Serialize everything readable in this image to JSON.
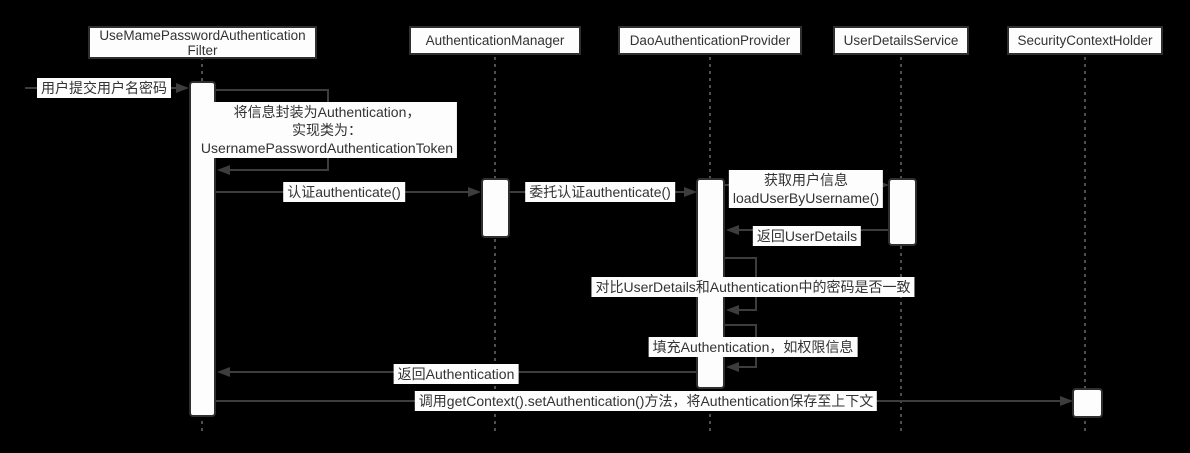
{
  "diagram_type": "uml-sequence-diagram",
  "colors": {
    "background": "#000000",
    "line": "#3d3d3d",
    "box_fill": "#fdfdfd",
    "box_border": "#2f2f2f",
    "text": "#333333",
    "lifeline_dots": "#4f4f4f"
  },
  "lifelines": [
    {
      "name": "UseMamePasswordAuthenticationFilter",
      "label_line1": "UseMamePasswordAuthentication",
      "label_line2": "Filter"
    },
    {
      "name": "AuthenticationManager",
      "label": "AuthenticationManager"
    },
    {
      "name": "DaoAuthenticationProvider",
      "label": "DaoAuthenticationProvider"
    },
    {
      "name": "UserDetailsService",
      "label": "UserDetailsService"
    },
    {
      "name": "SecurityContextHolder",
      "label": "SecurityContextHolder"
    }
  ],
  "messages": {
    "submit_credentials": {
      "label": "用户提交用户名密码",
      "from": "external",
      "to": "UseMamePasswordAuthenticationFilter"
    },
    "wrap_authentication": {
      "line1": "将信息封装为Authentication，",
      "line2": "实现类为：",
      "line3": "UsernamePasswordAuthenticationToken",
      "from": "UseMamePasswordAuthenticationFilter",
      "to": "UseMamePasswordAuthenticationFilter"
    },
    "authenticate": {
      "label": "认证authenticate()",
      "from": "UseMamePasswordAuthenticationFilter",
      "to": "AuthenticationManager"
    },
    "delegate_authenticate": {
      "label": "委托认证authenticate()",
      "from": "AuthenticationManager",
      "to": "DaoAuthenticationProvider"
    },
    "load_user": {
      "line1": "获取用户信息",
      "line2": "loadUserByUsername()",
      "from": "DaoAuthenticationProvider",
      "to": "UserDetailsService"
    },
    "return_userdetails": {
      "label": "返回UserDetails",
      "from": "UserDetailsService",
      "to": "DaoAuthenticationProvider"
    },
    "compare_password": {
      "label": "对比UserDetails和Authentication中的密码是否一致",
      "from": "DaoAuthenticationProvider",
      "to": "DaoAuthenticationProvider"
    },
    "fill_authentication": {
      "label": "填充Authentication，如权限信息",
      "from": "DaoAuthenticationProvider",
      "to": "DaoAuthenticationProvider"
    },
    "return_authentication": {
      "label": "返回Authentication",
      "from": "DaoAuthenticationProvider",
      "to": "UseMamePasswordAuthenticationFilter"
    },
    "save_context": {
      "label": "调用getContext().setAuthentication()方法，将Authentication保存至上下文",
      "from": "UseMamePasswordAuthenticationFilter",
      "to": "SecurityContextHolder"
    }
  }
}
